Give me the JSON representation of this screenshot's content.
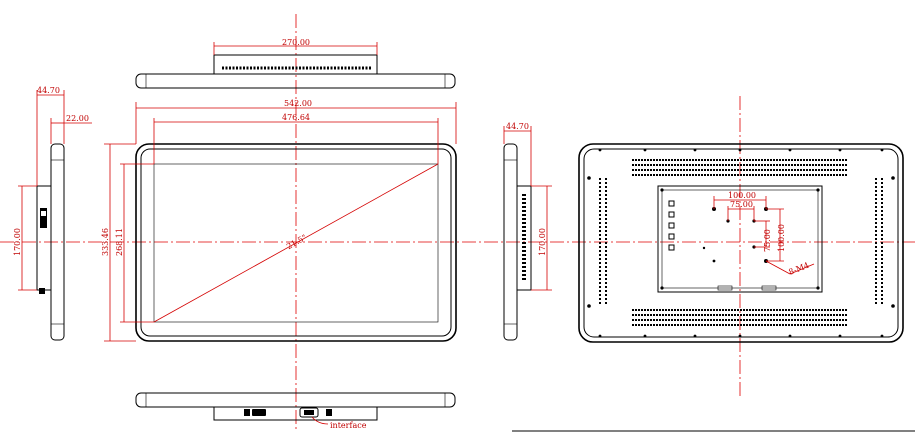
{
  "drawing": {
    "top_view": {
      "width_label": "270.00"
    },
    "front_view": {
      "outer_width": "542.00",
      "active_width": "476.64",
      "outer_height": "333.46",
      "active_height": "268.11",
      "diagonal": "21.5\""
    },
    "left_side_view": {
      "depth": "44.70",
      "thin_depth": "22.00",
      "box_height": "170.00"
    },
    "right_side_view": {
      "depth": "44.70",
      "box_height": "170.00"
    },
    "back_view": {
      "vesa_outer": "100.00",
      "vesa_inner": "75.00",
      "vesa_inner_v": "75.00",
      "vesa_outer_v": "100.00",
      "screw": "8-M4"
    },
    "bottom_view": {
      "interface_label": "interface"
    }
  }
}
